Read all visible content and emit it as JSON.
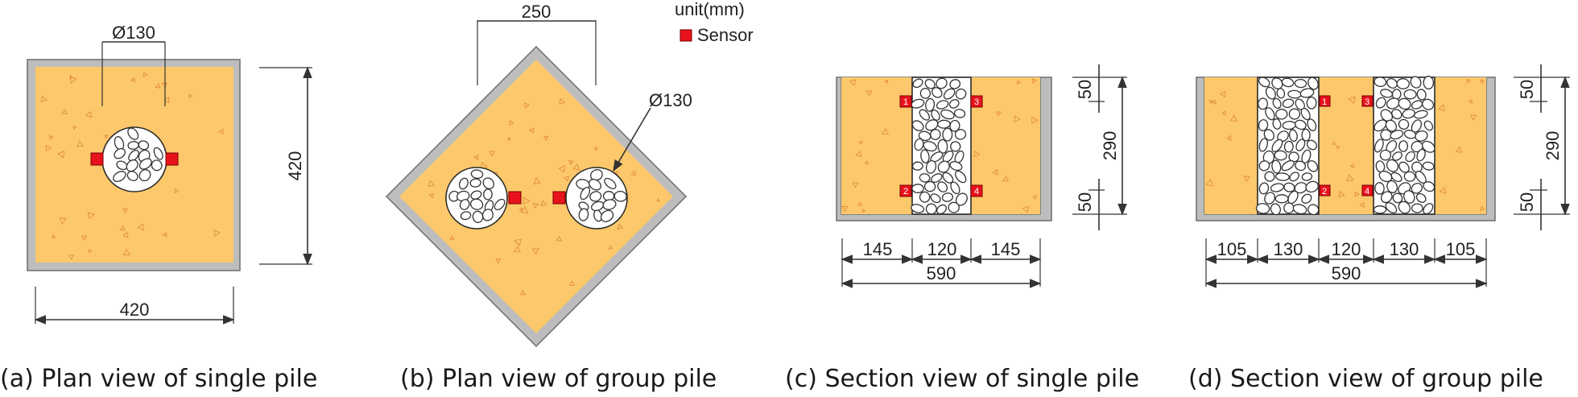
{
  "legend": {
    "unit_label": "unit(mm)",
    "sensor_label": "Sensor",
    "sensor_color": "#e8121c"
  },
  "colors": {
    "sand": "#fcc86b",
    "frame": "#bdbdbd",
    "gravel": "#ffffff"
  },
  "panel_a": {
    "caption": "(a) Plan view of single pile",
    "diameter_label": "Ø130",
    "width_label": "420",
    "height_label": "420"
  },
  "panel_b": {
    "caption": "(b) Plan view of group pile",
    "spacing_label": "250",
    "diameter_label": "Ø130"
  },
  "panel_c": {
    "caption": "(c) Section view of single pile",
    "segments": [
      "145",
      "120",
      "145"
    ],
    "total_label": "590",
    "depth_label": "290",
    "top_offset_label": "50",
    "bottom_offset_label": "50",
    "sensor_numbers": [
      "1",
      "2",
      "3",
      "4"
    ]
  },
  "panel_d": {
    "caption": "(d) Section view of group pile",
    "segments": [
      "105",
      "130",
      "120",
      "130",
      "105"
    ],
    "total_label": "590",
    "depth_label": "290",
    "top_offset_label": "50",
    "bottom_offset_label": "50",
    "sensor_numbers": [
      "1",
      "2",
      "3",
      "4"
    ]
  }
}
